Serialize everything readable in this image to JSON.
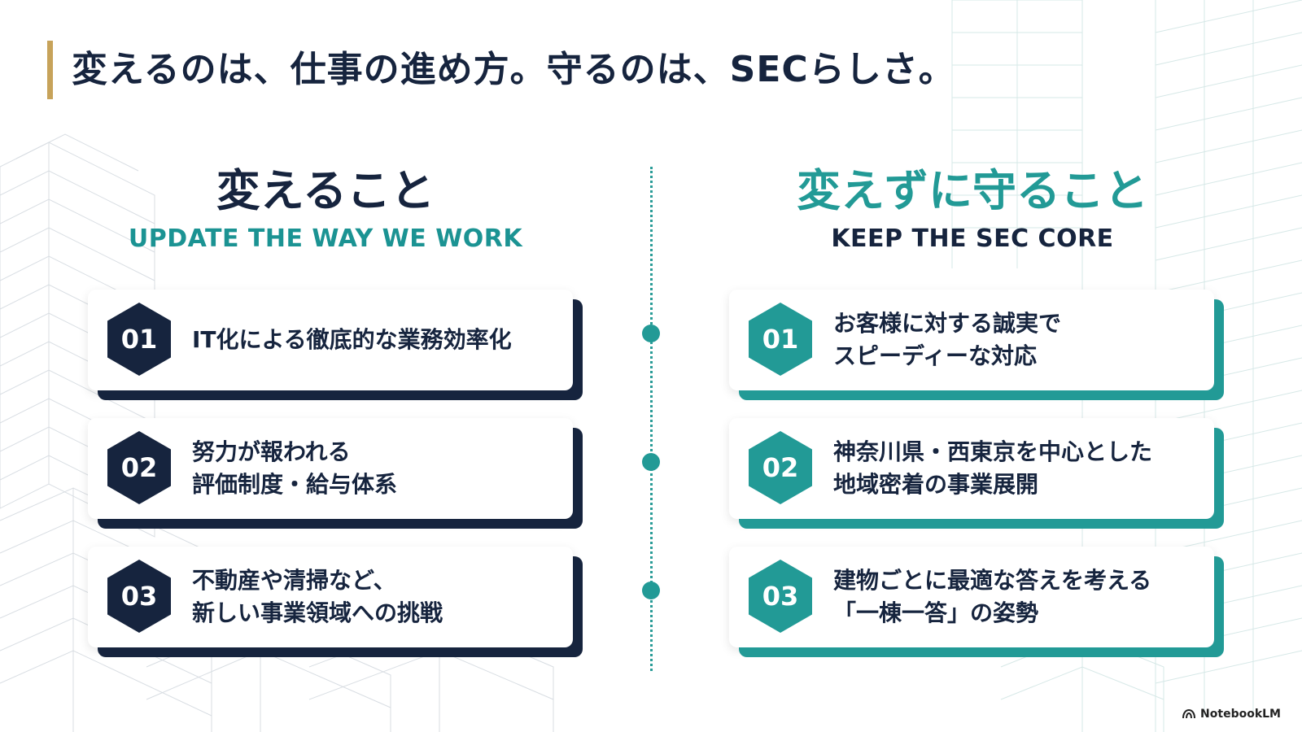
{
  "title": "変えるのは、仕事の進め方。守るのは、SECらしさ。",
  "left_column": {
    "heading": "変えること",
    "subheading": "UPDATE THE WAY WE WORK",
    "items": [
      {
        "number": "01",
        "lines": [
          "IT化による徹底的な業務効率化"
        ]
      },
      {
        "number": "02",
        "lines": [
          "努力が報われる",
          "評価制度・給与体系"
        ]
      },
      {
        "number": "03",
        "lines": [
          "不動産や清掃など、",
          "新しい事業領域への挑戦"
        ]
      }
    ]
  },
  "right_column": {
    "heading": "変えずに守ること",
    "subheading": "KEEP THE SEC CORE",
    "items": [
      {
        "number": "01",
        "lines": [
          "お客様に対する誠実で",
          "スピーディーな対応"
        ]
      },
      {
        "number": "02",
        "lines": [
          "神奈川県・西東京を中心とした",
          "地域密着の事業展開"
        ]
      },
      {
        "number": "03",
        "lines": [
          "建物ごとに最適な答えを考える",
          "「一棟一答」の姿勢"
        ]
      }
    ]
  },
  "brand": {
    "icon": "notebooklm-logo-icon",
    "label": "NotebookLM"
  },
  "colors": {
    "navy": "#16243e",
    "teal": "#229a96",
    "gold": "#c7a35a"
  }
}
